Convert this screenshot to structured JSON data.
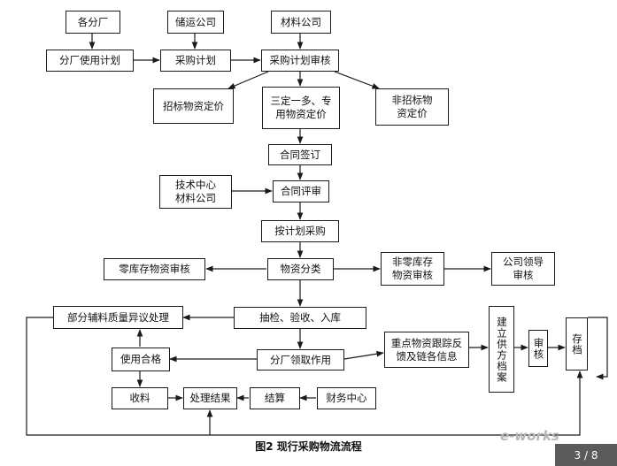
{
  "boxes": {
    "plants": "各分厂",
    "storage_company": "储运公司",
    "materials_company": "材料公司",
    "plant_use_plan": "分厂使用计划",
    "purchase_plan": "采购计划",
    "purchase_plan_review": "采购计划审核",
    "tender_pricing": "招标物资定价",
    "special_pricing": "三定一多、专\n用物资定价",
    "non_tender_pricing": "非招标物\n资定价",
    "contract_signing": "合同签订",
    "tech_center": "技术中心\n材料公司",
    "contract_review": "合同评审",
    "purchase_by_plan": "按计划采购",
    "zero_stock_review": "零库存物资审核",
    "material_classification": "物资分类",
    "non_zero_stock_review": "非零库存\n物资审核",
    "company_leader_review": "公司领导\n审核",
    "quality_objection": "部分辅料质量异议处理",
    "inspect_receive_store": "抽检、验收、入库",
    "supplier_archive": "建立供方档案",
    "review": "审核",
    "archive": "存档",
    "qualified_use": "使用合格",
    "plant_requisition": "分厂领取作用",
    "key_material_tracking": "重点物资跟踪反\n馈及链各信息",
    "receive_materials": "收料",
    "process_result": "处理结果",
    "settlement": "结算",
    "finance_center": "财务中心"
  },
  "caption": "图2   现行采购物流流程",
  "watermark": "e-works",
  "pager": "3 / 8"
}
